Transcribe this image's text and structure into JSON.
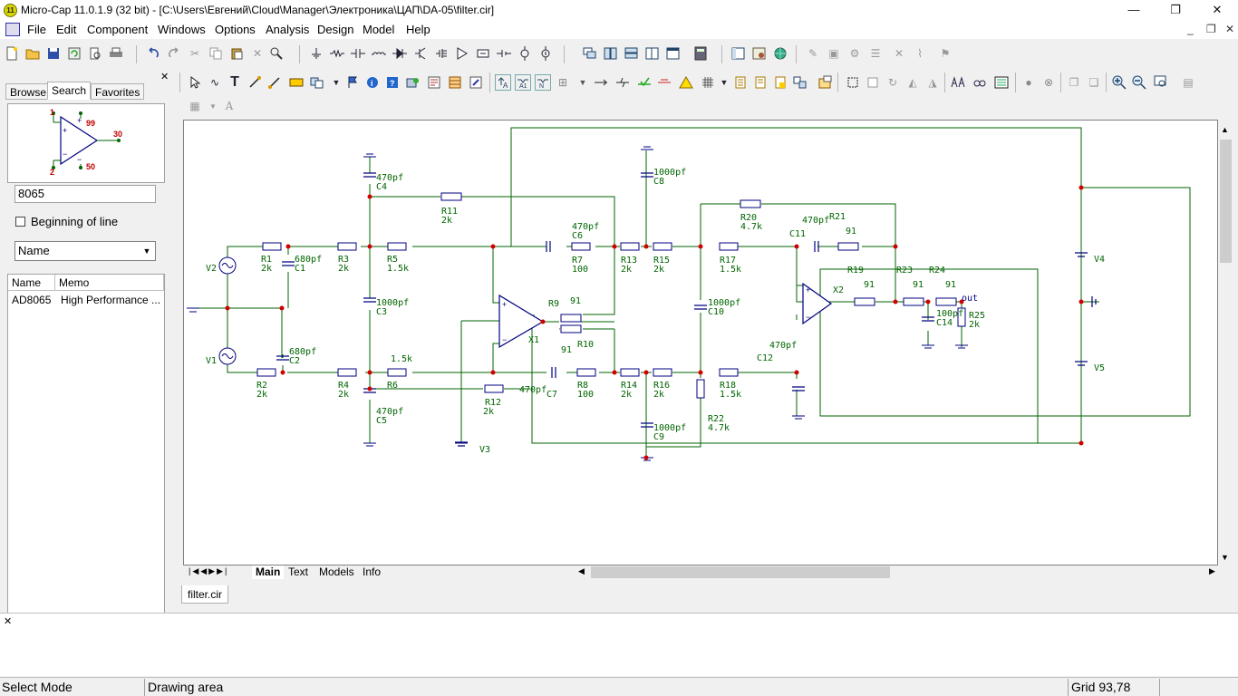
{
  "window": {
    "app_icon_text": "11",
    "title": "Micro-Cap 11.0.1.9 (32 bit) - [C:\\Users\\Евгений\\Cloud\\Manager\\Электроника\\ЦАП\\DA-05\\filter.cir]",
    "minimize": "—",
    "maximize": "❐",
    "close": "✕"
  },
  "menu": {
    "items": [
      "File",
      "Edit",
      "Component",
      "Windows",
      "Options",
      "Analysis",
      "Design",
      "Model",
      "Help"
    ],
    "mdi_minimize": "_",
    "mdi_restore": "❐",
    "mdi_close": "✕"
  },
  "left_panel": {
    "close": "✕",
    "tabs": [
      "Browse",
      "Search",
      "Favorites"
    ],
    "active_tab": "Search",
    "preview_pins": {
      "p1": "1",
      "p2": "2",
      "p99": "99",
      "p50": "50",
      "p30": "30"
    },
    "search_value": "8065",
    "beginning_of_line": "Beginning of line",
    "field_select": "Name",
    "list_columns": [
      "Name",
      "Memo"
    ],
    "list_rows": [
      {
        "name": "AD8065",
        "memo": "High Performance ..."
      }
    ]
  },
  "schematic": {
    "labels": {
      "V1": "V1",
      "V2": "V2",
      "V3": "V3",
      "V4": "V4",
      "V5": "V5",
      "X1": "X1",
      "X2": "X2",
      "R1": "R1",
      "R2": "R2",
      "R3": "R3",
      "R4": "R4",
      "R5": "R5",
      "R6": "R6",
      "R7": "R7",
      "R8": "R8",
      "R9": "R9",
      "R10": "R10",
      "R11": "R11",
      "R12": "R12",
      "R13": "R13",
      "R14": "R14",
      "R15": "R15",
      "R16": "R16",
      "R17": "R17",
      "R18": "R18",
      "R19": "R19",
      "R20": "R20",
      "R21": "R21",
      "R22": "R22",
      "R23": "R23",
      "R24": "R24",
      "R25": "R25",
      "C1": "C1",
      "C2": "C2",
      "C3": "C3",
      "C4": "C4",
      "C5": "C5",
      "C6": "C6",
      "C7": "C7",
      "C8": "C8",
      "C9": "C9",
      "C10": "C10",
      "C11": "C11",
      "C12": "C12",
      "C14": "C14"
    },
    "values": {
      "2k": "2k",
      "1_5k": "1.5k",
      "4_7k": "4.7k",
      "680pf": "680pf",
      "470pf": "470pf",
      "1000pf": "1000pf",
      "100pf": "100pf",
      "100": "100",
      "91": "91"
    },
    "out_label": "out"
  },
  "sheet_tabs": [
    "Main",
    "Text",
    "Models",
    "Info"
  ],
  "file_tab": "filter.cir",
  "output_close": "✕",
  "status": {
    "mode": "Select Mode",
    "area": "Drawing area",
    "grid": "Grid 93,78"
  }
}
